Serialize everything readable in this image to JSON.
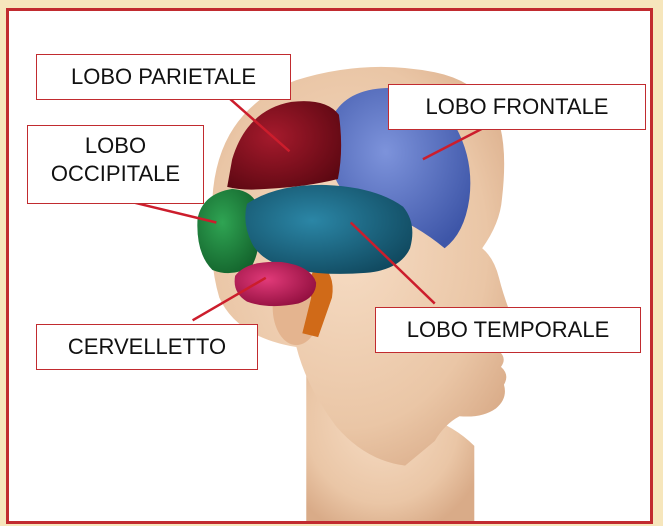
{
  "labels": {
    "parietale": "LOBO PARIETALE",
    "frontale": "LOBO FRONTALE",
    "occipitale_line1": "LOBO",
    "occipitale_line2": "OCCIPITALE",
    "temporale": "LOBO TEMPORALE",
    "cervelletto": "CERVELLETTO"
  },
  "colors": {
    "frame_border": "#c12b2f",
    "background": "#f6e6bc",
    "frontal_lobe": "#5b74c4",
    "parietal_lobe": "#8a1020",
    "occipital_lobe": "#1f8a3e",
    "temporal_lobe": "#1f6a86",
    "cerebellum": "#c41e5a",
    "brainstem": "#d06a18",
    "skin": "#f2d2b6",
    "leader_line": "#cc1d2c"
  },
  "icons": [
    "head-illustration",
    "brain-illustration"
  ]
}
